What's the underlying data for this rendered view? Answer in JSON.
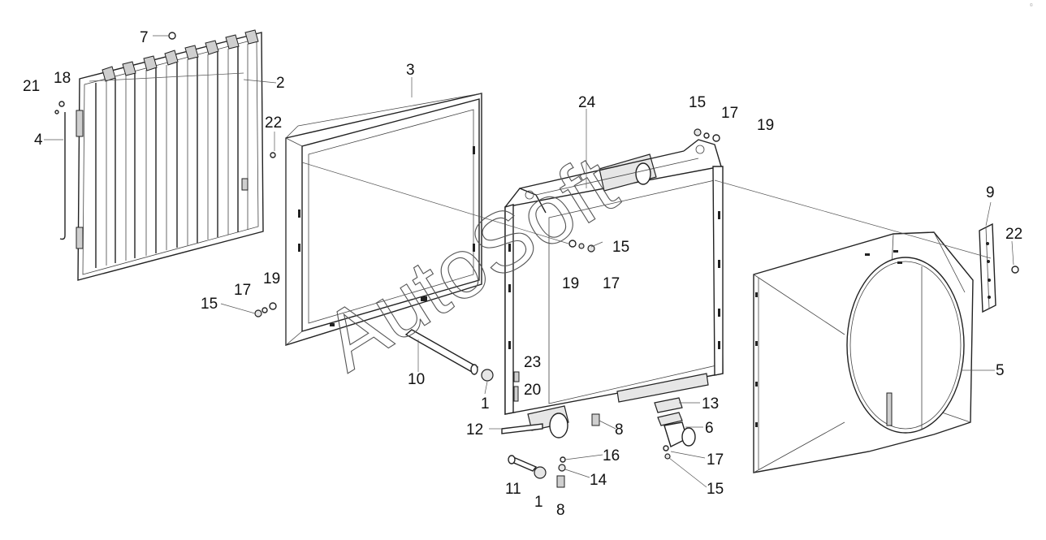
{
  "watermark": "AutoSoft",
  "corner_mark": "©",
  "labels": {
    "p1a": "1",
    "p1b": "1",
    "p2": "2",
    "p3": "3",
    "p4": "4",
    "p5": "5",
    "p6": "6",
    "p7": "7",
    "p8a": "8",
    "p8b": "8",
    "p9": "9",
    "p10": "10",
    "p11": "11",
    "p12": "12",
    "p13": "13",
    "p14": "14",
    "p15a": "15",
    "p15b": "15",
    "p15c": "15",
    "p15d": "15",
    "p16": "16",
    "p17a": "17",
    "p17b": "17",
    "p17c": "17",
    "p17d": "17",
    "p18": "18",
    "p19a": "19",
    "p19b": "19",
    "p19c": "19",
    "p20": "20",
    "p21": "21",
    "p22a": "22",
    "p22b": "22",
    "p23": "23",
    "p24": "24"
  }
}
